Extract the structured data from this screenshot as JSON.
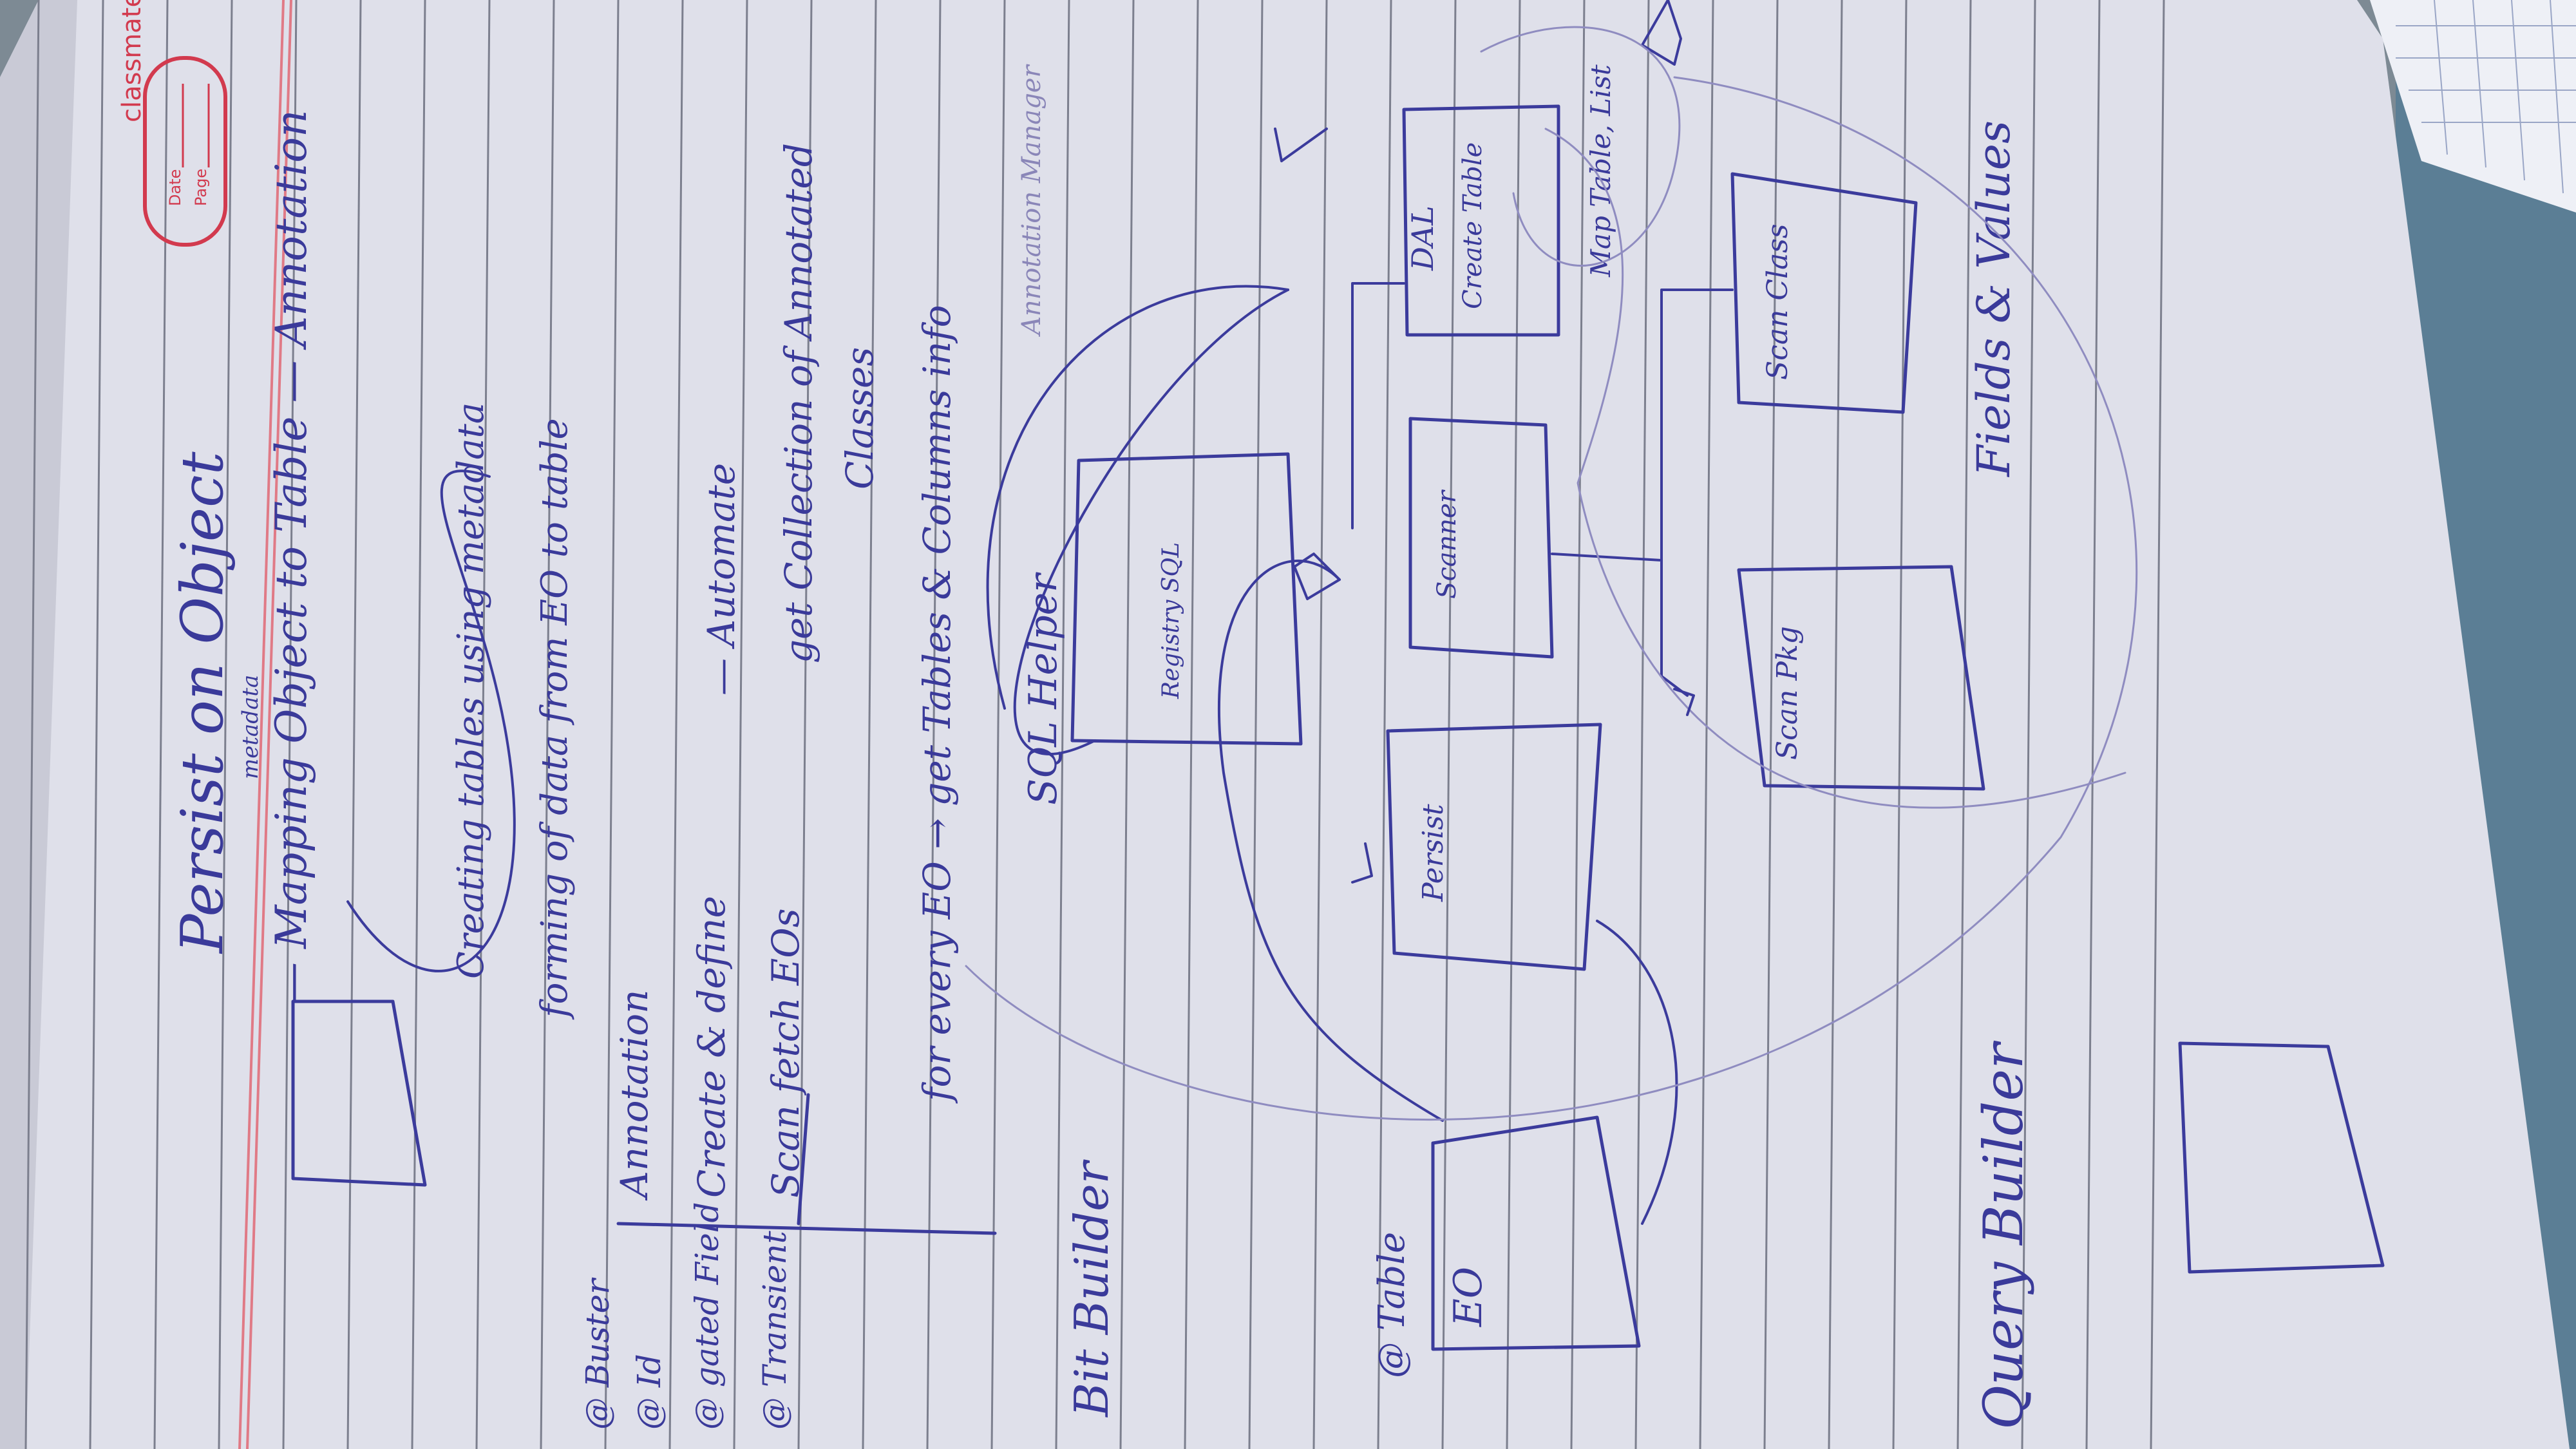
{
  "brand": {
    "name": "classmate",
    "date_label": "Date",
    "page_label": "Page"
  },
  "colors": {
    "ink": "#3b3b9c",
    "paper": "#dcdde8",
    "margin_line": "#e07a86",
    "rule_line": "#7c7f8e",
    "brand": "#d23a4e"
  },
  "notes": {
    "title": "Persist on Object",
    "line1": "— Mapping Object to Table — Annotation",
    "line1_insert": "metadata",
    "line2a": "Creating tables using metadata",
    "line2b": "forming of data from EO to table",
    "left_col": [
      "@ Buster",
      "@ Id",
      "@ gated Field",
      "@ Transient"
    ],
    "mid_col": [
      "Annotation",
      "Create & define",
      "Scan fetch EOs"
    ],
    "right_col": [
      "— Automate",
      "get Collection of Annotated",
      "Classes",
      "for every EO → get Tables & Columns info"
    ],
    "annotation_manager": "Annotation Manager",
    "sql_helper": "SQL Helper",
    "bit_builder": "Bit Builder",
    "table": "@ Table",
    "eo": "EO",
    "persist": "Persist",
    "query_builder": "Query Builder",
    "fields_values": "Fields & Values",
    "map_table": "Map Table, List",
    "boxes": {
      "registry": "Registry SQL",
      "scanner": "Scanner",
      "dal": "DAL",
      "create_table": "Create Table",
      "scan_pkg": "Scan Pkg",
      "scan_class": "Scan Class"
    }
  }
}
